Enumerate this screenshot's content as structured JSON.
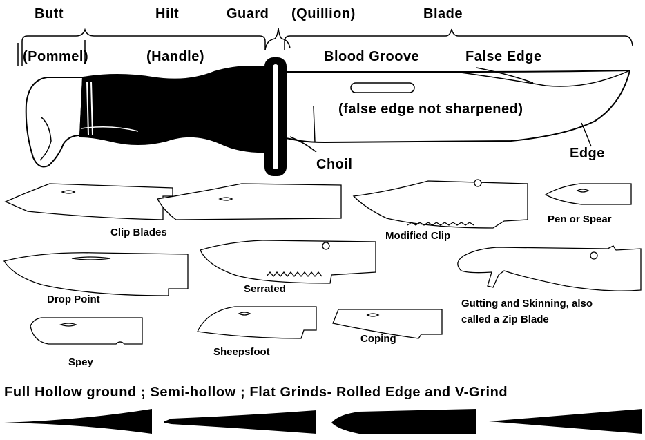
{
  "anatomy": {
    "butt": "Butt",
    "hilt": "Hilt",
    "guard": "Guard",
    "quillion": "(Quillion)",
    "blade": "Blade",
    "pommel": "(Pommel)",
    "handle": "(Handle)",
    "blood_groove": "Blood Groove",
    "false_edge": "False Edge",
    "false_edge_note": "(false edge not sharpened)",
    "choil": "Choil",
    "edge": "Edge"
  },
  "blade_types": {
    "clip_blades": "Clip Blades",
    "modified_clip": "Modified Clip",
    "pen_or_spear": "Pen or Spear",
    "drop_point": "Drop Point",
    "serrated": "Serrated",
    "gutting_line1": "Gutting and Skinning, also",
    "gutting_line2": "called a Zip Blade",
    "spey": "Spey",
    "sheepsfoot": "Sheepsfoot",
    "coping": "Coping"
  },
  "grinds_caption": "Full Hollow ground ; Semi-hollow ; Flat Grinds- Rolled Edge and V-Grind"
}
